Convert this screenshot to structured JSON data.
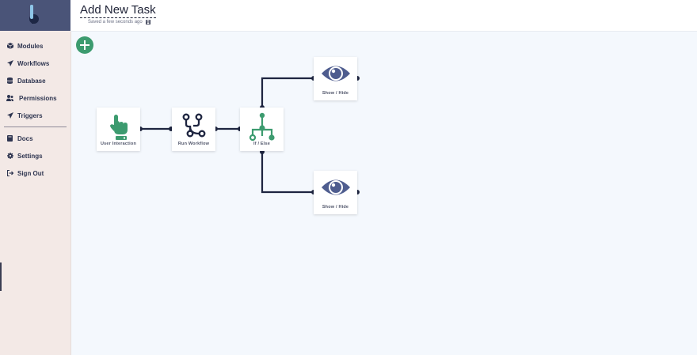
{
  "header": {
    "title": "Add New Task",
    "saved_text": "Saved a few seconds ago"
  },
  "sidebar": {
    "items": [
      {
        "label": "Modules",
        "icon": "cube-icon"
      },
      {
        "label": "Workflows",
        "icon": "paper-plane-icon"
      },
      {
        "label": "Database",
        "icon": "database-icon"
      },
      {
        "label": "Permissions",
        "icon": "users-icon"
      },
      {
        "label": "Triggers",
        "icon": "paper-plane-icon"
      },
      {
        "label": "Docs",
        "icon": "book-icon"
      },
      {
        "label": "Settings",
        "icon": "gear-icon"
      },
      {
        "label": "Sign Out",
        "icon": "sign-out-icon"
      }
    ]
  },
  "nodes": [
    {
      "label": "User Interaction",
      "icon": "hand-pointer-icon"
    },
    {
      "label": "Run Workflow",
      "icon": "branch-icon"
    },
    {
      "label": "If / Else",
      "icon": "if-else-icon"
    },
    {
      "label": "Show / Hide",
      "icon": "eye-icon"
    },
    {
      "label": "Show / Hide",
      "icon": "eye-icon"
    }
  ],
  "colors": {
    "sidebar_bg": "#f3e9e6",
    "logo_bg": "#4a5478",
    "canvas_bg": "#f4f8fd",
    "accent_green": "#3c9b6f",
    "node_navy": "#1e2540",
    "eye_blue": "#4f5d8f"
  }
}
